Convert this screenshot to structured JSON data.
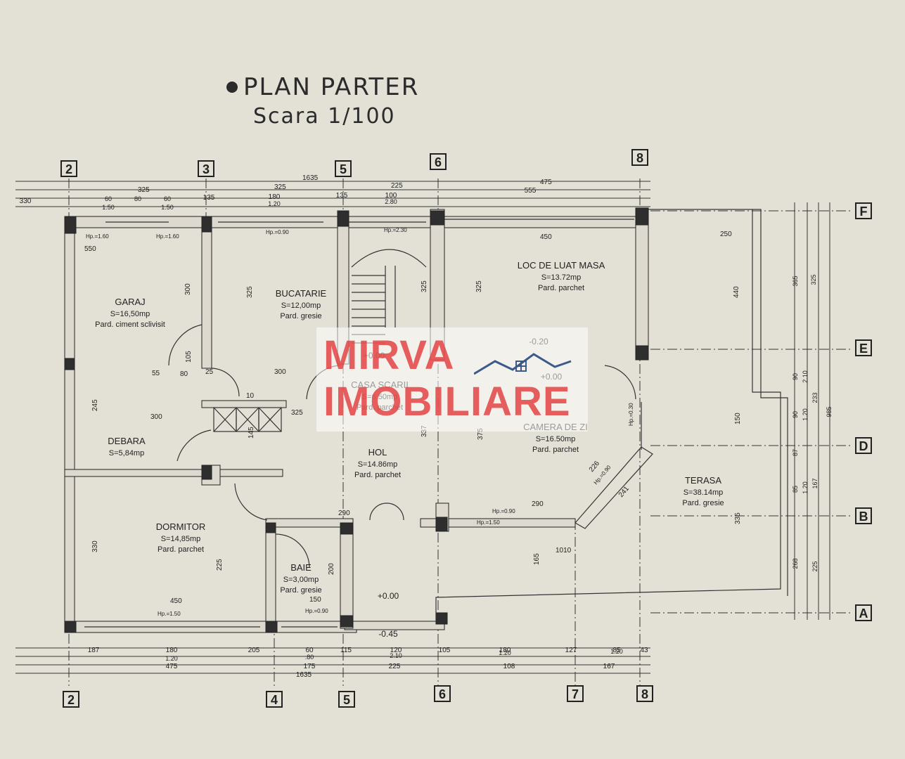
{
  "title": "PLAN PARTER",
  "subtitle": "Scara 1/100",
  "watermark": {
    "line1": "MIRVA",
    "line2": "IMOBILIARE",
    "color": "#e23c3c"
  },
  "axes_top": [
    "2",
    "3",
    "5",
    "6",
    "8"
  ],
  "axes_bottom": [
    "2",
    "4",
    "5",
    "6",
    "7",
    "8"
  ],
  "axes_right": [
    "F",
    "E",
    "D",
    "B",
    "A"
  ],
  "rooms": [
    {
      "id": "garaj",
      "name": "GARAJ",
      "area": "S=16,50mp",
      "floor": "Pard. ciment sclivisit"
    },
    {
      "id": "bucatarie",
      "name": "BUCATARIE",
      "area": "S=12,00mp",
      "floor": "Pard. gresie"
    },
    {
      "id": "loc-masa",
      "name": "LOC DE LUAT MASA",
      "area": "S=13.72mp",
      "floor": "Pard. parchet"
    },
    {
      "id": "casa-scarii",
      "name": "CASA SCARII",
      "area": "S=6.50mp",
      "floor": "Pard. parchet"
    },
    {
      "id": "debara",
      "name": "DEBARA",
      "area": "S=5,84mp",
      "floor": ""
    },
    {
      "id": "hol",
      "name": "HOL",
      "area": "S=14.86mp",
      "floor": "Pard. parchet"
    },
    {
      "id": "camera-zi",
      "name": "CAMERA DE ZI",
      "area": "S=16.50mp",
      "floor": "Pard. parchet"
    },
    {
      "id": "terasa",
      "name": "TERASA",
      "area": "S=38.14mp",
      "floor": "Pard. gresie"
    },
    {
      "id": "dormitor",
      "name": "DORMITOR",
      "area": "S=14,85mp",
      "floor": "Pard. parchet"
    },
    {
      "id": "baie",
      "name": "BAIE",
      "area": "S=3,00mp",
      "floor": "Pard. gresie"
    }
  ],
  "levels": [
    "+0.00",
    "-0.20",
    "+0.00",
    "+0.00",
    "-0.45"
  ],
  "dims_top_row1": [
    "1635"
  ],
  "dims_top_row2": [
    "325",
    "325",
    "225",
    "475"
  ],
  "dims_top_row3": [
    "330",
    "135",
    "180",
    "135",
    "100",
    "555"
  ],
  "dims_top_row4": [
    "60",
    "80",
    "60",
    "1.20",
    "2.80"
  ],
  "dims_top_row5": [
    "1.50",
    "1.50"
  ],
  "dims_bottom_row1": [
    "187",
    "180",
    "205",
    "60",
    "115",
    "120",
    "105",
    "180",
    "127",
    "85",
    "43"
  ],
  "dims_bottom_row2": [
    "1.20",
    ".80",
    "2.10",
    "1.20",
    "1.20"
  ],
  "dims_bottom_row3": [
    "475",
    "175",
    "225",
    "108",
    "167"
  ],
  "dims_bottom_row4": [
    "1635"
  ],
  "dims_right": [
    "365",
    "325",
    "90",
    "2.10",
    "90",
    "1.20",
    "233",
    "985",
    "87",
    "85",
    "1.20",
    "167",
    "268",
    "225"
  ],
  "window_notes": [
    "Hp.=1.60",
    "Hp.=1.60",
    "Hp.=0.90",
    "Hp.=2.30",
    "Hp.=0.90",
    "Hp.=0.90",
    "Hp.=1.50",
    "Hp.=0.30",
    "Hp.=0.90",
    "Hp.=1.50"
  ],
  "interior_dims": [
    "550",
    "450",
    "250",
    "300",
    "325",
    "325",
    "325",
    "440",
    "150",
    "335",
    "300",
    "300",
    "325",
    "245",
    "330",
    "225",
    "450",
    "150",
    "290",
    "290",
    "1010",
    "165",
    "200",
    "337",
    "375",
    "226",
    "241",
    "80",
    "10",
    "25",
    "55",
    "105",
    "145"
  ]
}
